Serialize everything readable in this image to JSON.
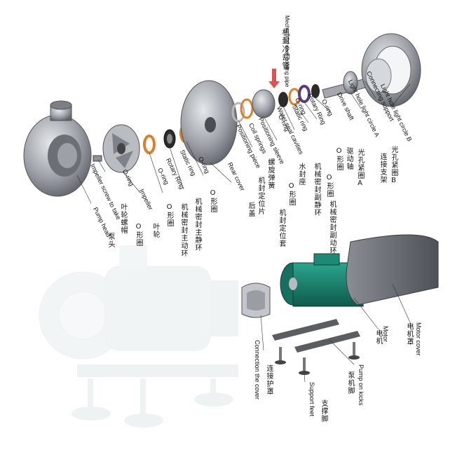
{
  "parts": [
    {
      "id": "pump-head",
      "en": "Pump head",
      "cn": "泵头"
    },
    {
      "id": "impeller-screw",
      "en": "Impeller screw to take",
      "cn": "叶轮螺帽"
    },
    {
      "id": "o-ring-1",
      "en": "O-ring",
      "cn": "O形圈"
    },
    {
      "id": "impeller",
      "en": "Impeller",
      "cn": "叶轮"
    },
    {
      "id": "o-ring-2",
      "en": "O-ring",
      "cn": "O形圈"
    },
    {
      "id": "rotary-ring-1",
      "en": "Rotary Ring",
      "cn": "机械密封主动环"
    },
    {
      "id": "static-ring-1",
      "en": "Static ring",
      "cn": "机械密封主静环"
    },
    {
      "id": "o-ring-3",
      "en": "O-ring",
      "cn": "O形圈"
    },
    {
      "id": "rear-cover",
      "en": "Rear cover",
      "cn": "后盖"
    },
    {
      "id": "positioning-piece",
      "en": "Positioning piece",
      "cn": "机封定位片"
    },
    {
      "id": "coil-springs",
      "en": "Coil springs",
      "cn": "螺旋弹簧"
    },
    {
      "id": "positioning-sleeve",
      "en": "Positioning sleeve",
      "cn": "机封定位套"
    },
    {
      "id": "o-ring-4",
      "en": "O-ring",
      "cn": "O形圈"
    },
    {
      "id": "water-seal-cavities",
      "en": "Water seal cavities",
      "cn": "水封座"
    },
    {
      "id": "static-ring-2",
      "en": "Static ring",
      "cn": "机械密封副静环"
    },
    {
      "id": "o-ring-5",
      "en": "O-ring",
      "cn": "O形圈"
    },
    {
      "id": "rotary-ring-2",
      "en": "Rotary Ring",
      "cn": "机械密封副动环"
    },
    {
      "id": "o-ring-6",
      "en": "O-ring",
      "cn": "O形圈"
    },
    {
      "id": "drive-shaft",
      "en": "Drive shaft",
      "cn": "驱动轴"
    },
    {
      "id": "light-hole-a",
      "en": "Light hole light circle A",
      "cn": "光孔紧圈A"
    },
    {
      "id": "connecting-support",
      "en": "Connecting support",
      "cn": "连接支架"
    },
    {
      "id": "light-hole-b",
      "en": "Light hole light circle B",
      "cn": "光孔紧圈B"
    },
    {
      "id": "cooling-pipe",
      "en": "Mechanical seal cooling pipe",
      "cn": "机封冷却管"
    },
    {
      "id": "connection-cover",
      "en": "Connection the cover",
      "cn": "连接护罩"
    },
    {
      "id": "support-feet",
      "en": "Support feet",
      "cn": "支撑脚"
    },
    {
      "id": "pump-on-kicks",
      "en": "Pump on kicks",
      "cn": "泵机脚"
    },
    {
      "id": "motor",
      "en": "Motor",
      "cn": "电机"
    },
    {
      "id": "motor-cover",
      "en": "Motor cover",
      "cn": "电机罩"
    }
  ],
  "colors": {
    "metal": "#8d9197",
    "metal_light": "#c8cbd0",
    "motor": "#1a7f6e",
    "ring_orange": "#d9822b",
    "ring_purple": "#5b3c82",
    "arrow": "#d9534f",
    "cover": "#6e7177",
    "ghost": "#e6ebee"
  }
}
